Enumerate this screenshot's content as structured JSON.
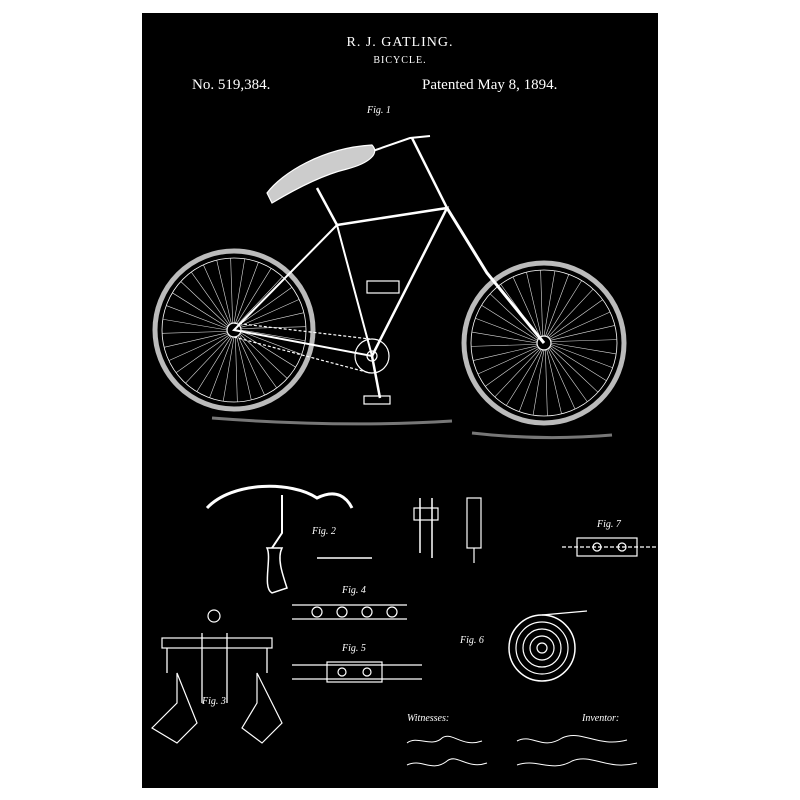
{
  "patent": {
    "inventor": "R. J. GATLING.",
    "title": "BICYCLE.",
    "number": "No. 519,384.",
    "date": "Patented May 8, 1894."
  },
  "figures": {
    "fig1": "Fig. 1",
    "fig2": "Fig. 2",
    "fig3": "Fig. 3",
    "fig4": "Fig. 4",
    "fig5": "Fig. 5",
    "fig6": "Fig. 6",
    "fig7": "Fig. 7"
  },
  "footer": {
    "witnesses": "Witnesses:",
    "inventor": "Inventor:"
  },
  "colors": {
    "background": "#000000",
    "ink": "#ffffff",
    "frame": "#ffffff"
  }
}
